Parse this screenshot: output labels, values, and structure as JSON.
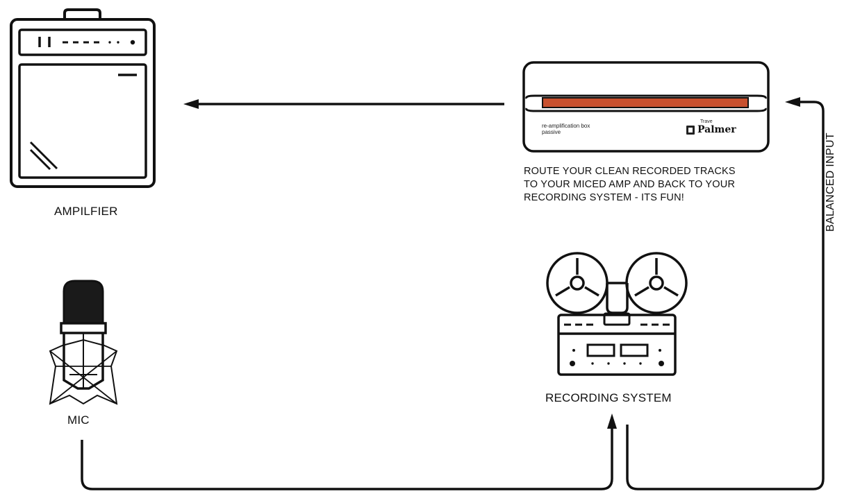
{
  "nodes": {
    "amplifier": {
      "label": "AMPILFIER"
    },
    "mic": {
      "label": "MIC"
    },
    "recording_system": {
      "label": "RECORDING SYSTEM"
    },
    "reamp_box": {
      "description_lines": [
        "re-amplification box",
        "passive"
      ],
      "brand_small": "Trave",
      "brand": "Palmer",
      "stripe_color": "#c8502e"
    }
  },
  "route_text": [
    "ROUTE YOUR CLEAN RECORDED TRACKS",
    "TO YOUR MICED AMP AND BACK TO YOUR",
    "RECORDING SYSTEM - ITS FUN!"
  ],
  "edges": {
    "balanced_input": {
      "label": "BALANCED INPUT"
    }
  },
  "colors": {
    "line": "#111111",
    "background": "#ffffff"
  }
}
